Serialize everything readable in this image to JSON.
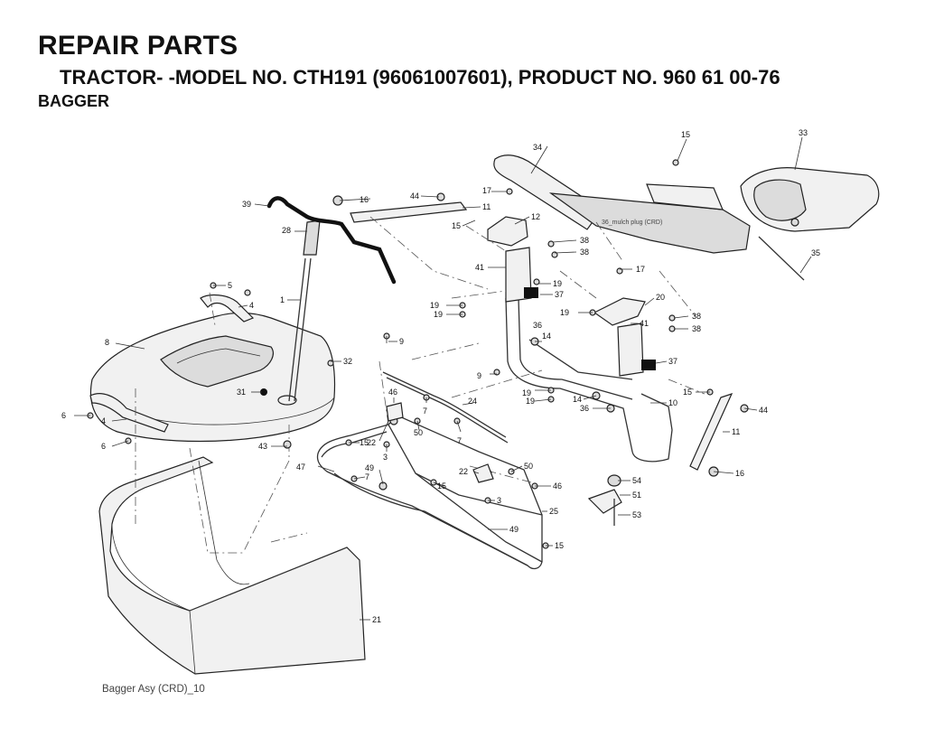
{
  "header": {
    "title": "REPAIR PARTS",
    "model_line": "TRACTOR- -MODEL NO. CTH191 (96061007601), PRODUCT NO. 960 61 00-76",
    "section": "BAGGER"
  },
  "footer": {
    "caption": "Bagger Asy (CRD)_10"
  },
  "diagram": {
    "inset_label": "36_mulch plug (CRD)",
    "callouts": {
      "c1": "1",
      "c3a": "3",
      "c3b": "3",
      "c4a": "4",
      "c4b": "4",
      "c5": "5",
      "c6a": "6",
      "c6b": "6",
      "c7a": "7",
      "c7b": "7",
      "c7c": "7",
      "c8": "8",
      "c9a": "9",
      "c9b": "9",
      "c10": "10",
      "c11a": "11",
      "c11b": "11",
      "c12": "12",
      "c14a": "14",
      "c14b": "14",
      "c15a": "15",
      "c15b": "15",
      "c15c": "15",
      "c15d": "15",
      "c15e": "15",
      "c15f": "15",
      "c16a": "16",
      "c16b": "16",
      "c17a": "17",
      "c17b": "17",
      "c19a": "19",
      "c19b": "19",
      "c19c": "19",
      "c19d": "19",
      "c19e": "19",
      "c19f": "19",
      "c20": "20",
      "c21": "21",
      "c22a": "22",
      "c22b": "22",
      "c24": "24",
      "c25": "25",
      "c28": "28",
      "c31": "31",
      "c32": "32",
      "c33": "33",
      "c34": "34",
      "c35": "35",
      "c36a": "36",
      "c36b": "36",
      "c37a": "37",
      "c37b": "37",
      "c38a": "38",
      "c38b": "38",
      "c38c": "38",
      "c38d": "38",
      "c39": "39",
      "c41a": "41",
      "c41b": "41",
      "c43": "43",
      "c44a": "44",
      "c44b": "44",
      "c46a": "46",
      "c46b": "46",
      "c47": "47",
      "c49a": "49",
      "c49b": "49",
      "c50a": "50",
      "c50b": "50",
      "c51": "51",
      "c53": "53",
      "c54": "54"
    }
  }
}
